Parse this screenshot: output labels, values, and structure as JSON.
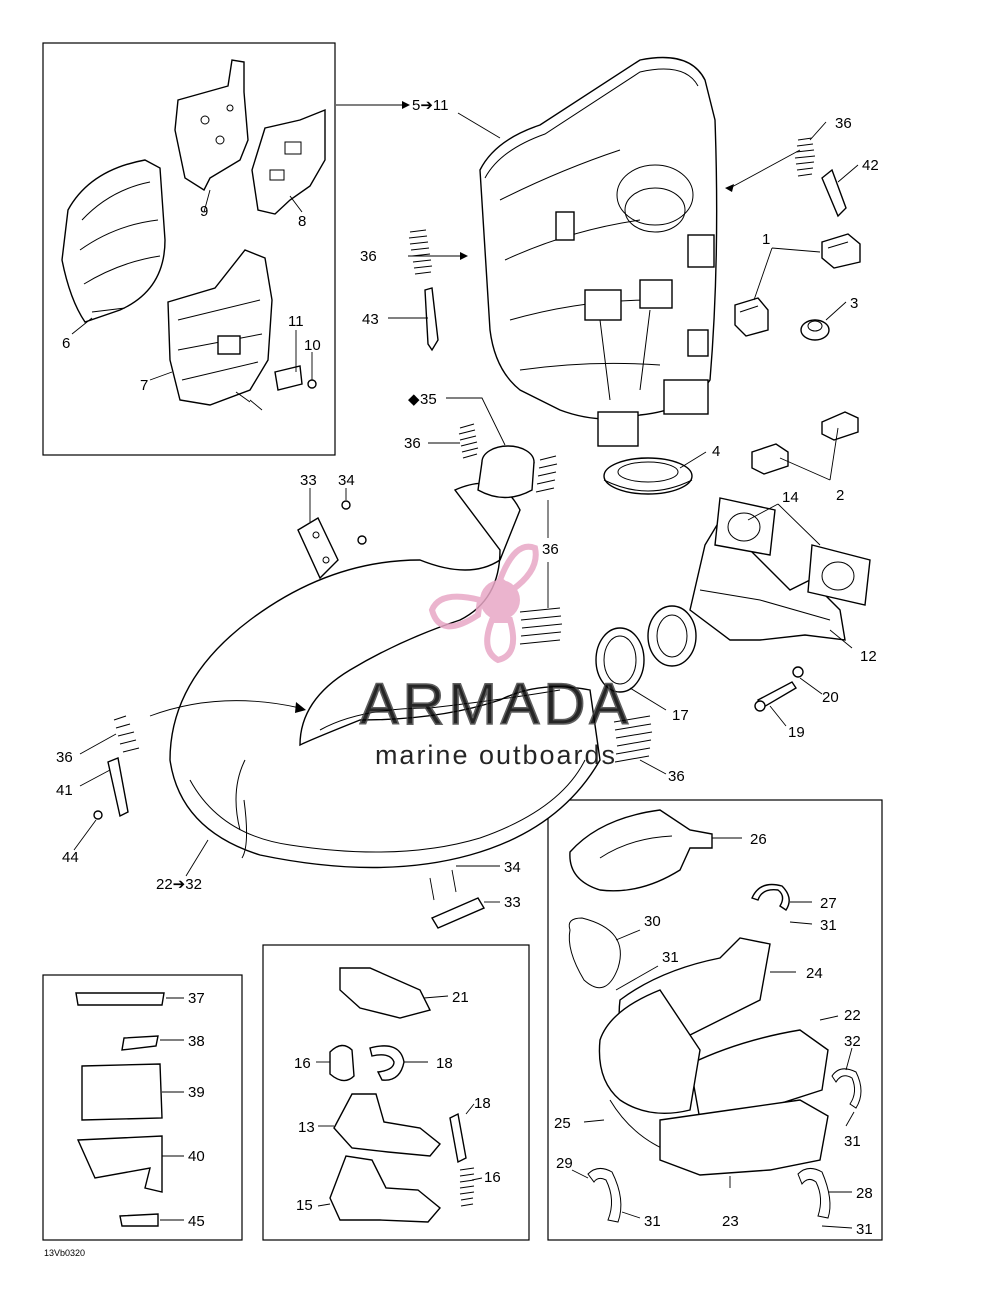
{
  "diagram": {
    "code": "13Vb0320",
    "labels": {
      "l_5_11": "5➔11",
      "l_22_32": "22➔32",
      "l_35": "35",
      "l_1": "1",
      "l_2": "2",
      "l_3": "3",
      "l_4": "4",
      "l_6": "6",
      "l_7": "7",
      "l_8": "8",
      "l_9": "9",
      "l_10": "10",
      "l_11": "11",
      "l_12": "12",
      "l_13": "13",
      "l_14": "14",
      "l_15": "15",
      "l_16a": "16",
      "l_16b": "16",
      "l_17": "17",
      "l_18a": "18",
      "l_18b": "18",
      "l_19": "19",
      "l_20": "20",
      "l_21": "21",
      "l_22": "22",
      "l_23": "23",
      "l_24": "24",
      "l_25": "25",
      "l_26": "26",
      "l_27": "27",
      "l_28": "28",
      "l_29": "29",
      "l_30": "30",
      "l_31a": "31",
      "l_31b": "31",
      "l_31c": "31",
      "l_31d": "31",
      "l_31e": "31",
      "l_32": "32",
      "l_33a": "33",
      "l_33b": "33",
      "l_34a": "34",
      "l_34b": "34",
      "l_36a": "36",
      "l_36b": "36",
      "l_36c": "36",
      "l_36d": "36",
      "l_36e": "36",
      "l_36f": "36",
      "l_37": "37",
      "l_38": "38",
      "l_39": "39",
      "l_40": "40",
      "l_41": "41",
      "l_42": "42",
      "l_43": "43",
      "l_44": "44",
      "l_45": "45"
    }
  },
  "watermark": {
    "name": "ARMADA",
    "tagline": "marine outboards",
    "color": "#e8a7c6"
  }
}
